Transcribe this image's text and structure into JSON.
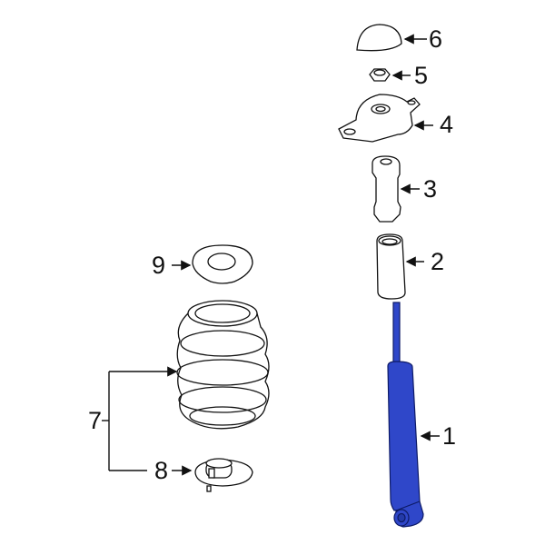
{
  "diagram": {
    "type": "exploded parts diagram",
    "subject": "Rear suspension shock absorber and coil spring assembly",
    "highlight_color": "#2f47c9",
    "line_color": "#111111"
  },
  "callouts": [
    {
      "number": "1",
      "part": "shock-absorber",
      "highlighted": true
    },
    {
      "number": "2",
      "part": "dust-boot"
    },
    {
      "number": "3",
      "part": "bump-stop"
    },
    {
      "number": "4",
      "part": "upper-mount"
    },
    {
      "number": "5",
      "part": "nut"
    },
    {
      "number": "6",
      "part": "cap"
    },
    {
      "number": "7",
      "part": "coil-spring-group"
    },
    {
      "number": "8",
      "part": "lower-spring-seat"
    },
    {
      "number": "9",
      "part": "upper-spring-seat"
    }
  ]
}
